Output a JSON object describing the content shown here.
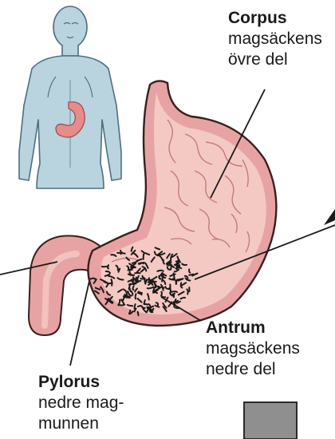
{
  "labels": {
    "corpus": {
      "term": "Corpus",
      "line1": "magsäckens",
      "line2": "övre del"
    },
    "antrum": {
      "term": "Antrum",
      "line1": "magsäckens",
      "line2": "nedre del"
    },
    "pylorus": {
      "term": "Pylorus",
      "line1": "nedre mag-",
      "line2": "munnen"
    }
  },
  "colors": {
    "body_fill": "#b9d3df",
    "body_stroke": "#4d6f80",
    "stomach_outer": "#e7a3a3",
    "stomach_inner": "#f4c9c4",
    "stomach_outline": "#3a1f1f",
    "fold_lines": "#c47a80",
    "bacteria": "#1a1a1a",
    "leader": "#1a1a1a",
    "panel": "#8f8f8f"
  },
  "icons": {
    "person": "human-silhouette-icon",
    "mini_stomach": "stomach-icon"
  }
}
